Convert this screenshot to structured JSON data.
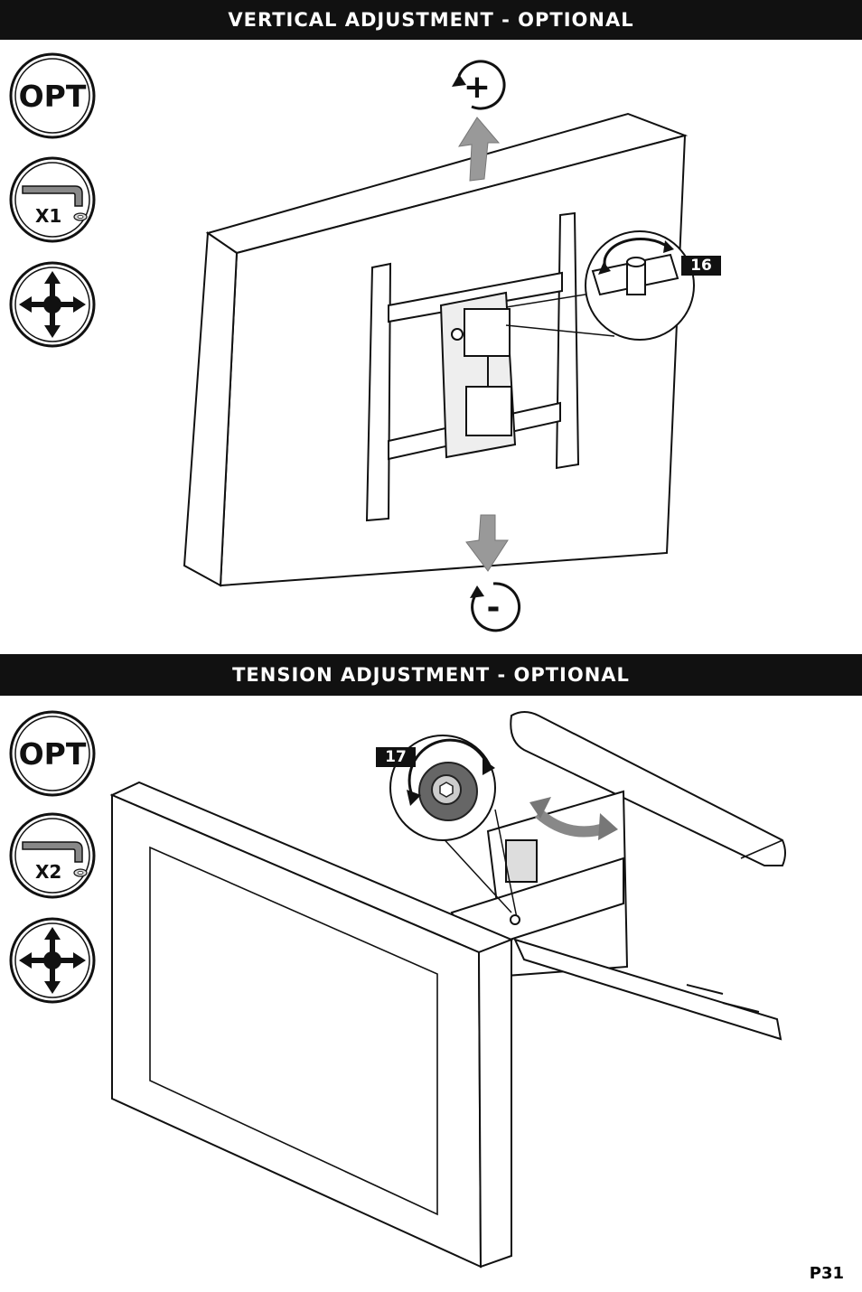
{
  "sections": [
    {
      "title": "VERTICAL ADJUSTMENT - OPTIONAL",
      "opt_label": "OPT",
      "tool_count": "X1",
      "step": "16",
      "up_symbol": "+",
      "down_symbol": "-"
    },
    {
      "title": "TENSION ADJUSTMENT - OPTIONAL",
      "opt_label": "OPT",
      "tool_count": "X2",
      "step": "17"
    }
  ],
  "page_number": "P31",
  "icons": [
    "opt-badge-icon",
    "hex-key-icon",
    "move-arrows-icon"
  ]
}
